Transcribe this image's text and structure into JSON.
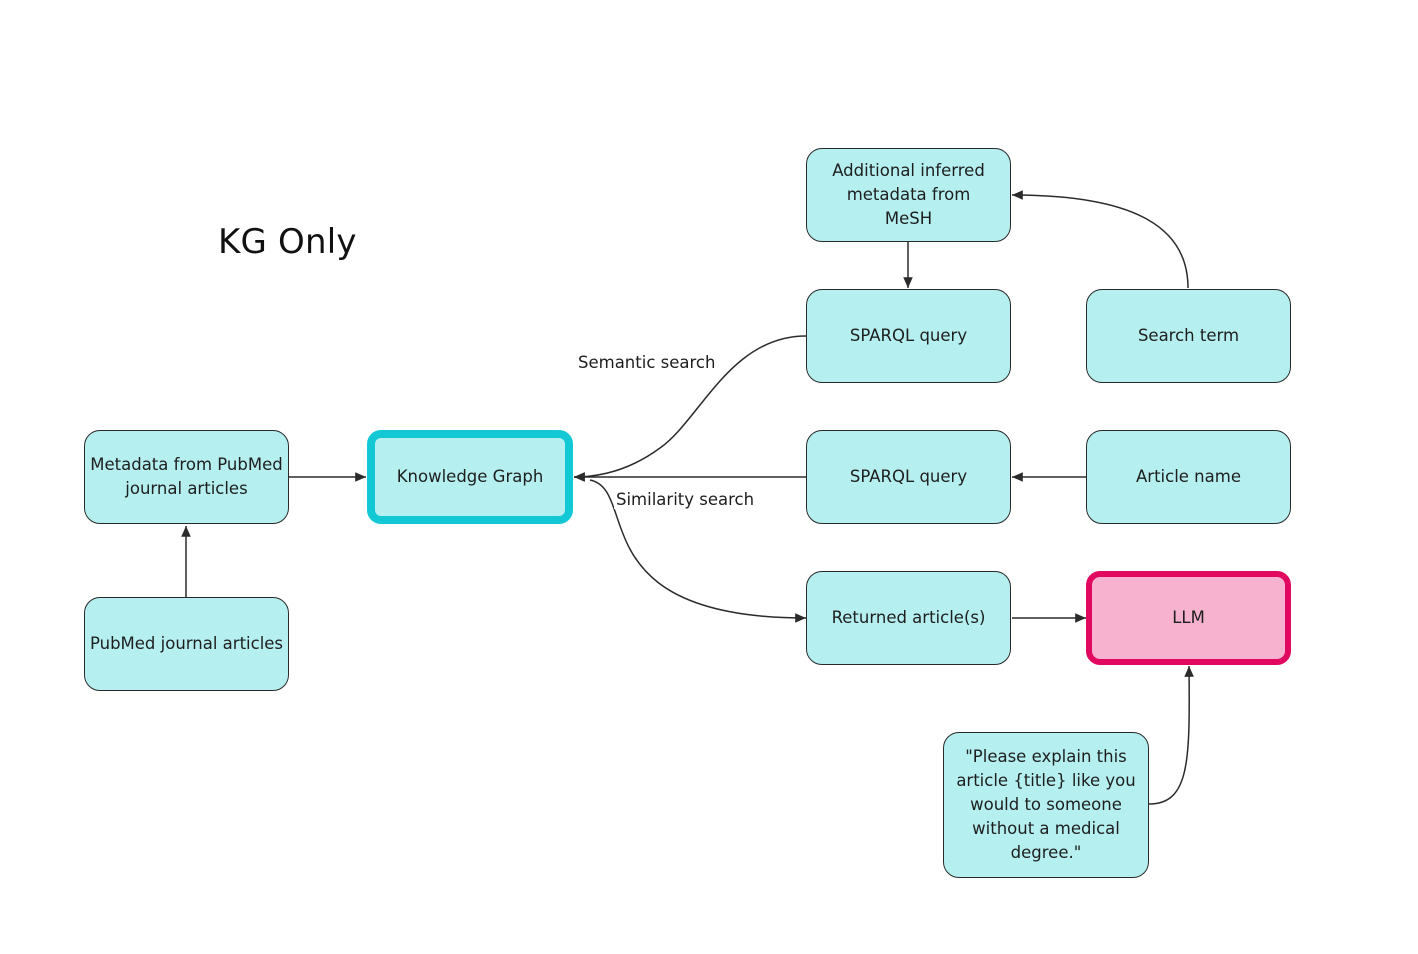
{
  "title": "KG Only",
  "nodes": {
    "additional_metadata": "Additional inferred metadata from MeSH",
    "sparql_query_top": "SPARQL query",
    "search_term": "Search term",
    "metadata_pubmed": "Metadata from PubMed journal articles",
    "knowledge_graph": "Knowledge Graph",
    "sparql_query_mid": "SPARQL query",
    "article_name": "Article name",
    "pubmed_articles": "PubMed journal articles",
    "returned_articles": "Returned article(s)",
    "llm": "LLM",
    "prompt": "\"Please explain this article {title} like you would to someone without a medical degree.\""
  },
  "edge_labels": {
    "semantic_search": "Semantic search",
    "similarity_search": "Similarity search"
  },
  "colors": {
    "node_fill": "#b5eff0",
    "kg_border": "#12c8d4",
    "llm_fill": "#f6b2cf",
    "llm_border": "#e0085f"
  }
}
